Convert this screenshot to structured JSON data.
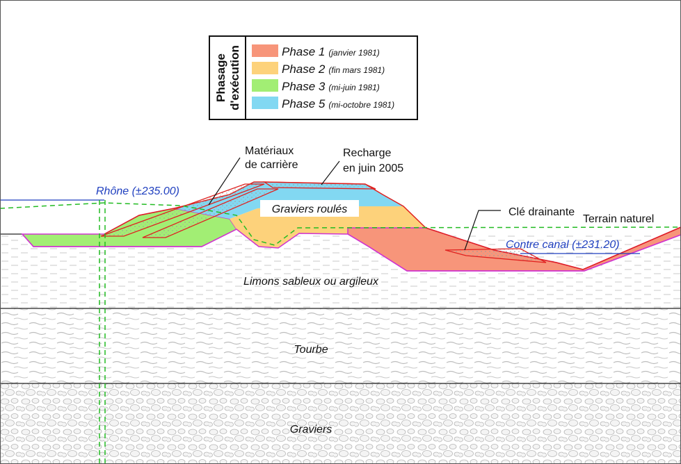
{
  "legend": {
    "title_line1": "Phasage",
    "title_line2": "d'exécution",
    "items": [
      {
        "phase": "Phase 1",
        "date": "(janvier 1981)",
        "color": "#f7957a"
      },
      {
        "phase": "Phase 2",
        "date": "(fin mars 1981)",
        "color": "#fdd27b"
      },
      {
        "phase": "Phase 3",
        "date": "(mi-juin 1981)",
        "color": "#a2ee74"
      },
      {
        "phase": "Phase 5",
        "date": "(mi-octobre 1981)",
        "color": "#82d8f2"
      }
    ]
  },
  "labels": {
    "materiaux_l1": "Matériaux",
    "materiaux_l2": "de carrière",
    "recharge_l1": "Recharge",
    "recharge_l2": "en juin 2005",
    "rhone": "Rhône (±235.00)",
    "graviers_roules": "Graviers roulés",
    "cle_drainante": "Clé drainante",
    "terrain_naturel": "Terrain naturel",
    "contre_canal": "Contre canal (±231.20)",
    "limons": "Limons sableux ou argileux",
    "tourbe": "Tourbe",
    "graviers": "Graviers"
  },
  "colors": {
    "phase1": "#f7957a",
    "phase2": "#fdd27b",
    "phase3": "#a2ee74",
    "phase5": "#82d8f2",
    "outline_red": "#e0201e",
    "outline_magenta": "#d033d0",
    "groundwater_green": "#22bb22",
    "water_blue": "#1f3fbf"
  }
}
